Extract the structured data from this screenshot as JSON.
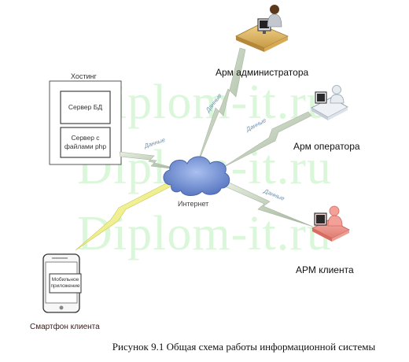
{
  "watermark": "Diplom-it.ru",
  "hosting": {
    "title": "Хостинг",
    "db_server": "Сервер БД",
    "file_server_line1": "Сервер с",
    "file_server_line2": "файлами php"
  },
  "internet_label": "Интернет",
  "nodes": {
    "admin": "Арм администратора",
    "operator": "Арм оператора",
    "client": "АРМ клиента",
    "smartphone": "Смартфон клиента"
  },
  "mobile_app": {
    "line1": "Мобильное",
    "line2": "приложение"
  },
  "link_label": "Данные",
  "caption": "Рисунок 9.1 Общая схема работы информационной системы",
  "colors": {
    "watermark": "#8ee88e",
    "cloud": "#6f8fd0",
    "bolt_gray": "#b9c8b0",
    "bolt_yellow": "#f3f27a",
    "client_accent": "#e04848"
  }
}
